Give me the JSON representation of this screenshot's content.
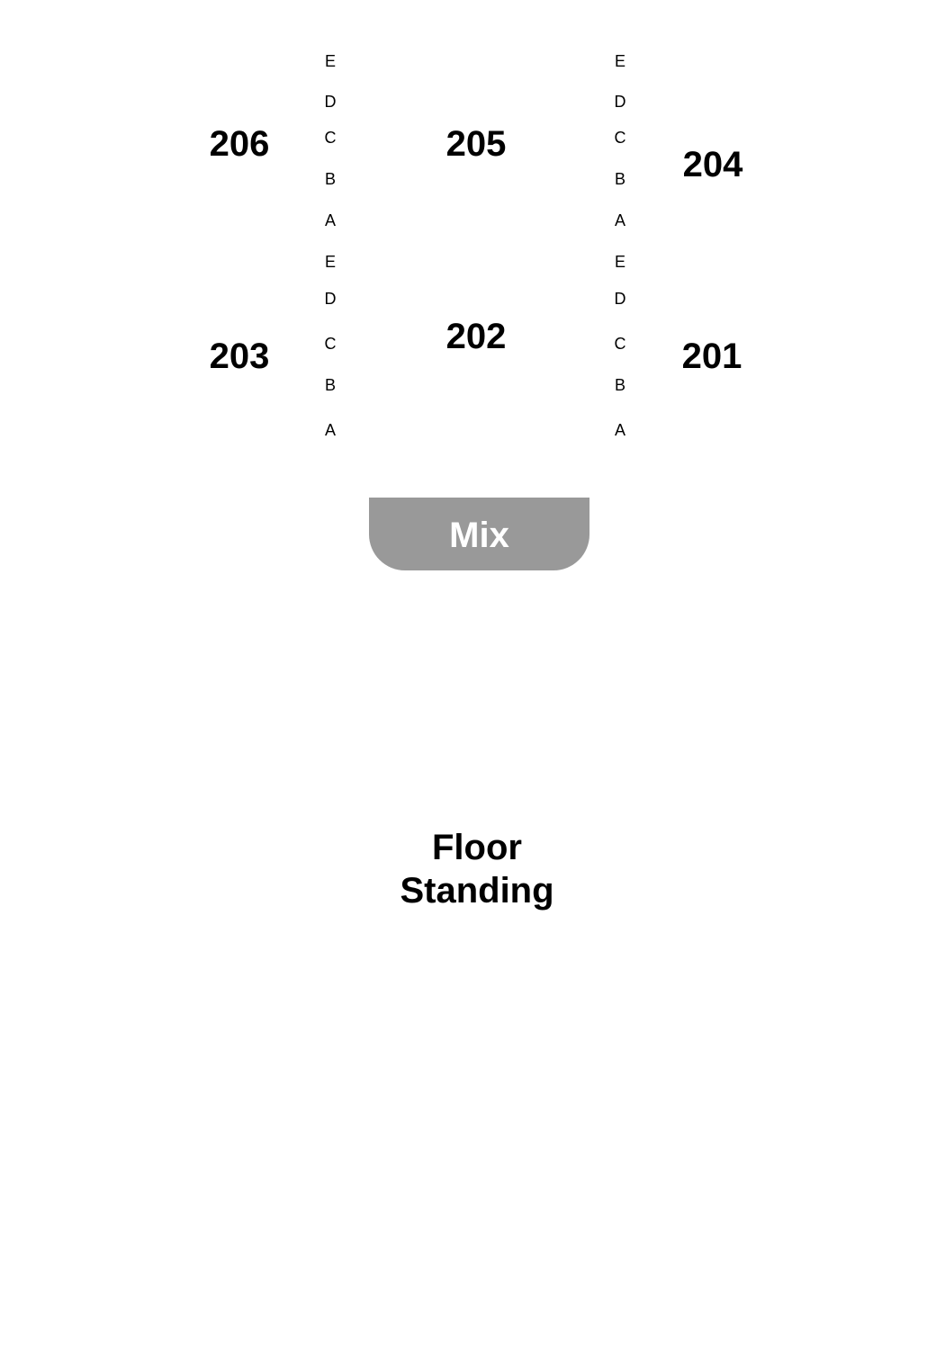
{
  "sections": {
    "s206": "206",
    "s205": "205",
    "s204": "204",
    "s203": "203",
    "s202": "202",
    "s201": "201"
  },
  "rows": {
    "left_upper": [
      "E",
      "D",
      "C",
      "B",
      "A"
    ],
    "left_lower": [
      "E",
      "D",
      "C",
      "B",
      "A"
    ],
    "right_upper": [
      "E",
      "D",
      "C",
      "B",
      "A"
    ],
    "right_lower": [
      "E",
      "D",
      "C",
      "B",
      "A"
    ]
  },
  "mix": {
    "label": "Mix",
    "color": "#999999"
  },
  "floor": {
    "line1": "Floor",
    "line2": "Standing"
  }
}
